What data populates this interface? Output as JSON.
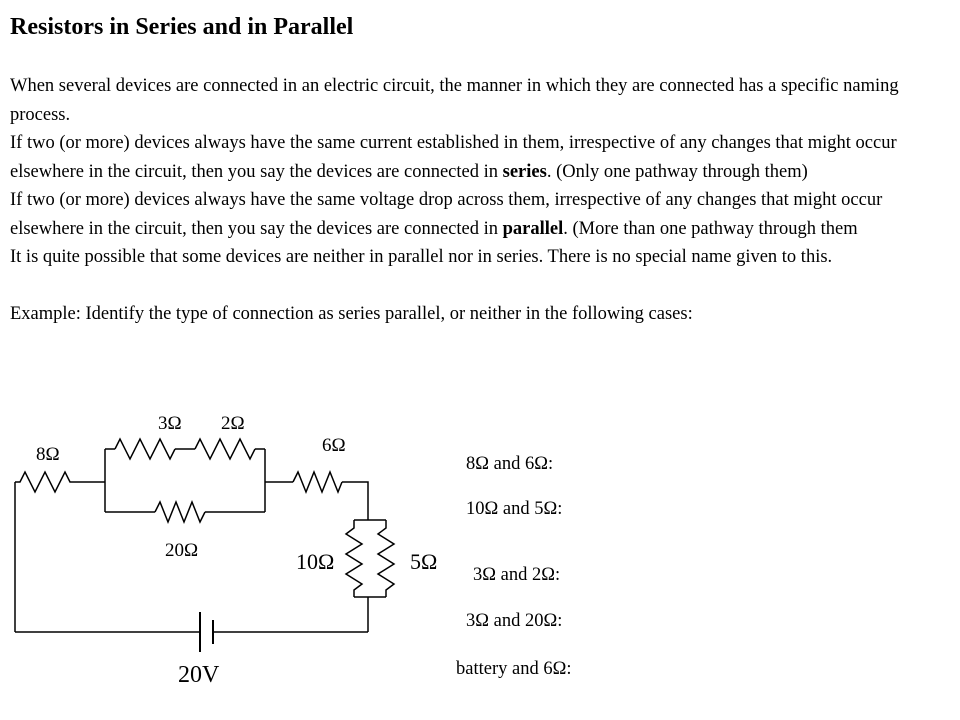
{
  "title": "Resistors in Series and in Parallel",
  "intro": "When several devices are connected in an electric circuit, the manner in which they are connected has a specific naming process.",
  "series_def": {
    "pre": "If two (or more) devices always have the same current established in them, irrespective of any changes that might occur elsewhere in the circuit, then you say the devices are connected in ",
    "term": "series",
    "post": ". (Only one pathway through them)"
  },
  "parallel_def": {
    "pre": "If two (or more) devices always have the same voltage drop across them, irrespective of any changes that might occur elsewhere in the circuit, then you say the devices are connected in ",
    "term": "parallel",
    "post": ". (More than one pathway through them"
  },
  "neither_def": "It is quite possible that some devices are neither in parallel nor in series. There is no special name given to this.",
  "example": "Example: Identify the type of connection as series parallel, or neither in the following cases:",
  "circuit": {
    "labels": {
      "r8": "8Ω",
      "r3": "3Ω",
      "r2": "2Ω",
      "r20": "20Ω",
      "r6": "6Ω",
      "r10": "10Ω",
      "r5": "5Ω",
      "battery": "20V"
    }
  },
  "questions": [
    "8Ω and 6Ω:",
    "10Ω and 5Ω:",
    "3Ω and 2Ω:",
    "3Ω and 20Ω:",
    "battery and 6Ω:"
  ]
}
